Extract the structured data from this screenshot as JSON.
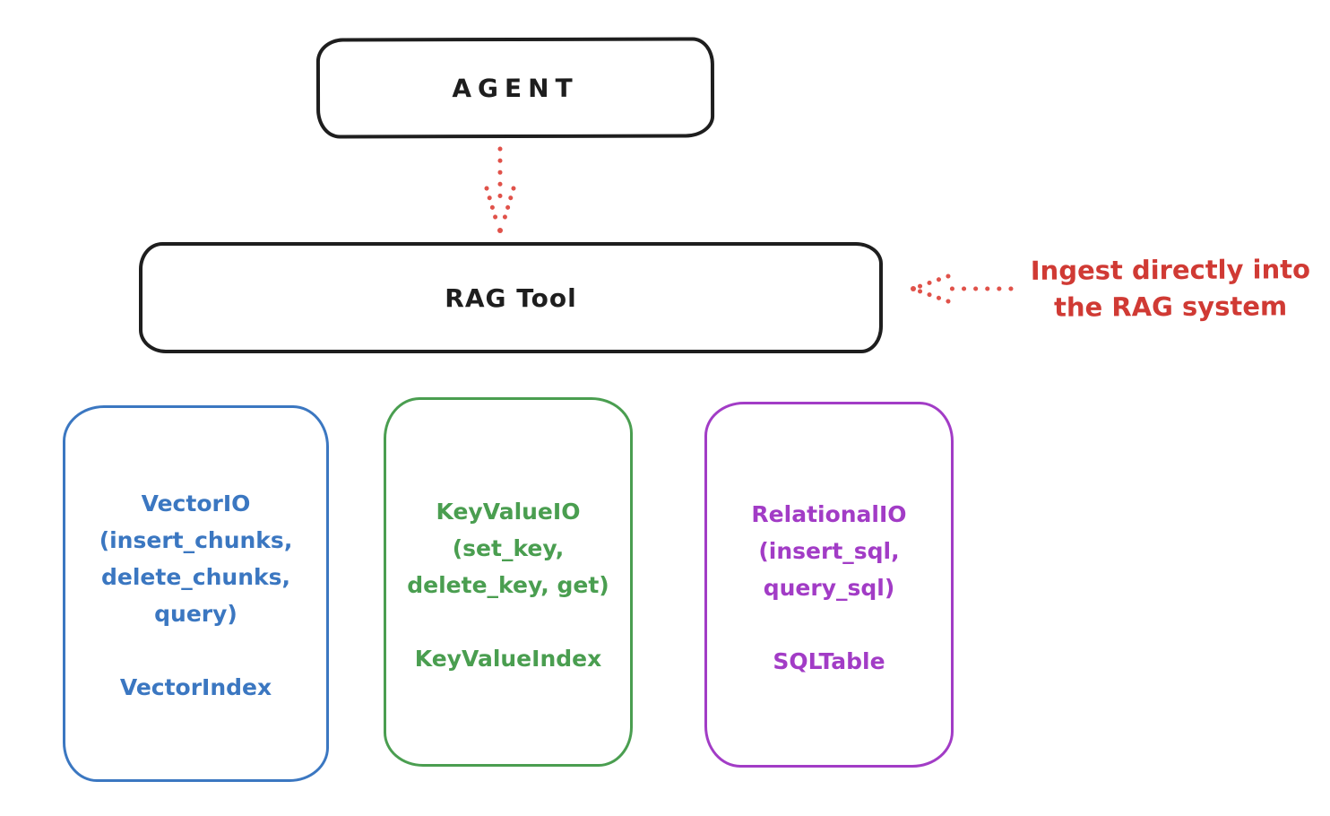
{
  "nodes": {
    "agent": {
      "label": "AGENT",
      "stroke_color": "#1e1e1e"
    },
    "rag_tool": {
      "label": "RAG Tool",
      "stroke_color": "#1e1e1e"
    }
  },
  "annotation": {
    "line1": "Ingest directly into",
    "line2": "the RAG system",
    "color": "#d03a34"
  },
  "arrows": {
    "agent_to_rag": {
      "direction": "down",
      "style": "dotted",
      "color": "#e0524a"
    },
    "ingest_to_rag": {
      "direction": "left",
      "style": "dotted",
      "color": "#e0524a"
    }
  },
  "io_boxes": {
    "vector": {
      "title": "VectorIO",
      "method_line_1": "(insert_chunks,",
      "method_line_2": "delete_chunks,",
      "method_line_3": "query)",
      "index_label": "VectorIndex",
      "color": "#3b77c1"
    },
    "keyvalue": {
      "title": "KeyValueIO",
      "method_line_1": "(set_key,",
      "method_line_2": "delete_key, get)",
      "index_label": "KeyValueIndex",
      "color": "#4a9e50"
    },
    "relational": {
      "title": "RelationalIO",
      "method_line_1": "(insert_sql,",
      "method_line_2": "query_sql)",
      "index_label": "SQLTable",
      "color": "#a23cc6"
    }
  }
}
